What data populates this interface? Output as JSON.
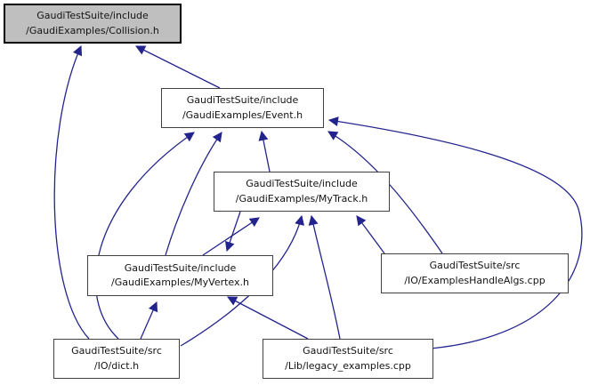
{
  "diagram": {
    "kind": "include-dependency-graph",
    "colors": {
      "background": "#ffffff",
      "edge": "#23238e",
      "node_fill": "#ffffff",
      "node_border": "#404040",
      "current_node_fill": "#bfbfbf",
      "current_node_border": "#000000"
    },
    "nodes": [
      {
        "id": "collision",
        "line1": "GaudiTestSuite/include",
        "line2": "/GaudiExamples/Collision.h",
        "current": true
      },
      {
        "id": "event",
        "line1": "GaudiTestSuite/include",
        "line2": "/GaudiExamples/Event.h",
        "current": false
      },
      {
        "id": "mytrack",
        "line1": "GaudiTestSuite/include",
        "line2": "/GaudiExamples/MyTrack.h",
        "current": false
      },
      {
        "id": "myvertex",
        "line1": "GaudiTestSuite/include",
        "line2": "/GaudiExamples/MyVertex.h",
        "current": false
      },
      {
        "id": "exampleshandlealgs",
        "line1": "GaudiTestSuite/src",
        "line2": "/IO/ExamplesHandleAlgs.cpp",
        "current": false
      },
      {
        "id": "dict",
        "line1": "GaudiTestSuite/src",
        "line2": "/IO/dict.h",
        "current": false
      },
      {
        "id": "legacy",
        "line1": "GaudiTestSuite/src",
        "line2": "/Lib/legacy_examples.cpp",
        "current": false
      }
    ],
    "edges": [
      {
        "from": "event",
        "to": "collision"
      },
      {
        "from": "dict",
        "to": "collision"
      },
      {
        "from": "mytrack",
        "to": "event"
      },
      {
        "from": "myvertex",
        "to": "event"
      },
      {
        "from": "dict",
        "to": "event"
      },
      {
        "from": "legacy",
        "to": "event"
      },
      {
        "from": "exampleshandlealgs",
        "to": "event"
      },
      {
        "from": "myvertex",
        "to": "mytrack"
      },
      {
        "from": "mytrack",
        "to": "myvertex"
      },
      {
        "from": "dict",
        "to": "mytrack"
      },
      {
        "from": "legacy",
        "to": "mytrack"
      },
      {
        "from": "exampleshandlealgs",
        "to": "mytrack"
      },
      {
        "from": "dict",
        "to": "myvertex"
      },
      {
        "from": "legacy",
        "to": "myvertex"
      }
    ]
  }
}
